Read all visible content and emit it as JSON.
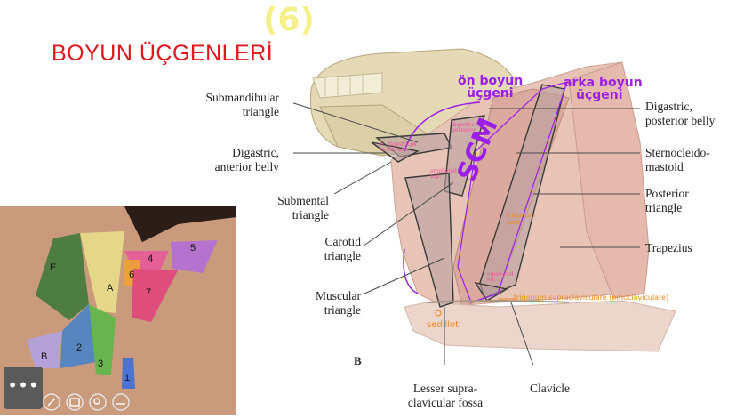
{
  "title": "BOYUN ÜÇGENLERİ",
  "handwritten_number": "(6)",
  "figure_letter": "B",
  "labels_left": {
    "submandibular": [
      "Submandibular",
      "triangle"
    ],
    "digastric_anterior": [
      "Digastric,",
      "anterior belly"
    ],
    "submental": [
      "Submental",
      "triangle"
    ],
    "carotid": [
      "Carotid",
      "triangle"
    ],
    "muscular": [
      "Muscular",
      "triangle"
    ],
    "lesser_fossa": [
      "Lesser supra-",
      "clavicular fossa"
    ]
  },
  "labels_right": {
    "digastric_posterior": [
      "Digastric,",
      "posterior belly"
    ],
    "scm": [
      "Sternocleido-",
      "mastoid"
    ],
    "posterior_triangle": [
      "Posterior",
      "triangle"
    ],
    "trapezius": [
      "Trapezius"
    ],
    "clavicle": [
      "Clavicle"
    ]
  },
  "handwriting": {
    "on_boyun": [
      "ön boyun",
      "üçgeni"
    ],
    "arka_boyun": [
      "arka boyun",
      "üçgeni"
    ],
    "scm": "SCM",
    "supraclavicular": "trigonum supraclaviculare (omoclaviculare)",
    "sedillot": "sedillot"
  },
  "photo_regions": [
    "E",
    "A",
    "B",
    "2",
    "3",
    "1",
    "4",
    "6",
    "5",
    "7"
  ],
  "colors": {
    "title": "#e0171c",
    "handwriting_purple": "#9b1fe8",
    "handwriting_orange": "#f08a1d",
    "handwriting_yellow": "#f6f08a",
    "handwriting_pink": "#f4509e"
  },
  "toolbar": {
    "more_label": "•••",
    "icons": [
      "pen-icon",
      "slide-icon",
      "zoom-icon",
      "subtitle-icon"
    ]
  }
}
